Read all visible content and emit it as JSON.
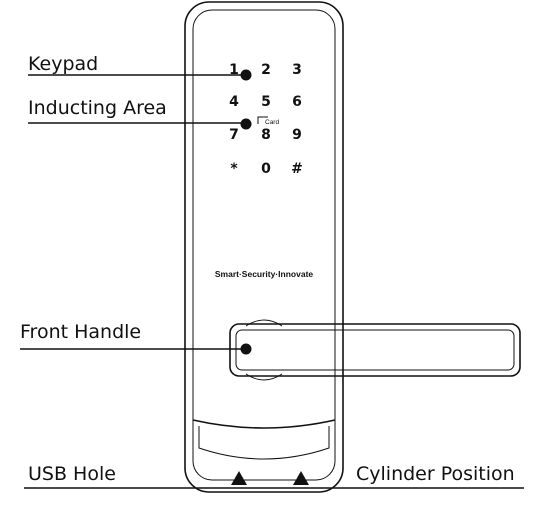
{
  "callouts": {
    "keypad": "Keypad",
    "inducting_area": "Inducting Area",
    "front_handle": "Front Handle",
    "usb_hole": "USB Hole",
    "cylinder_position": "Cylinder Position"
  },
  "keypad_keys": [
    "1",
    "2",
    "3",
    "4",
    "5",
    "6",
    "7",
    "8",
    "9",
    "*",
    "0",
    "#"
  ],
  "card_label": "Card",
  "brand_text": "Smart·Security·Innovate"
}
